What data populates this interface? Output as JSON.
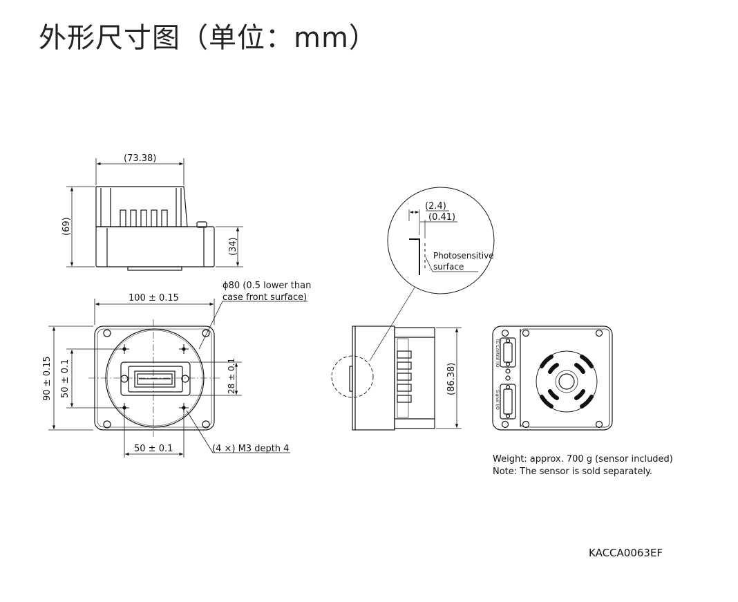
{
  "title": "外形尺寸图（单位：mm）",
  "dimensions": {
    "top_width": "(73.38)",
    "top_height": "(69)",
    "top_body_height": "(34)",
    "front_width": "100 ± 0.15",
    "front_height": "90 ± 0.15",
    "hole_vertical": "50 ± 0.1",
    "hole_horizontal": "50 ± 0.1",
    "sensor_height": "28 ± 0.1",
    "lens_mount_line1": "ϕ80 (0.5 lower than",
    "lens_mount_line2": "case front surface)",
    "screw_holes": "(4 ×) M3 depth 4",
    "side_height": "(86.38)",
    "detail_top": "(2.4)",
    "detail_inner": "(0.41)",
    "photosensitive_line1": "Photosensitive",
    "photosensitive_line2": "surface"
  },
  "connector_labels": {
    "top": "TE Control I/O",
    "bottom": "Signal I/O"
  },
  "notes": {
    "weight": "Weight: approx. 700 g (sensor included)",
    "sensor": "Note: The sensor is sold separately."
  },
  "drawing_code": "KACCA0063EF"
}
